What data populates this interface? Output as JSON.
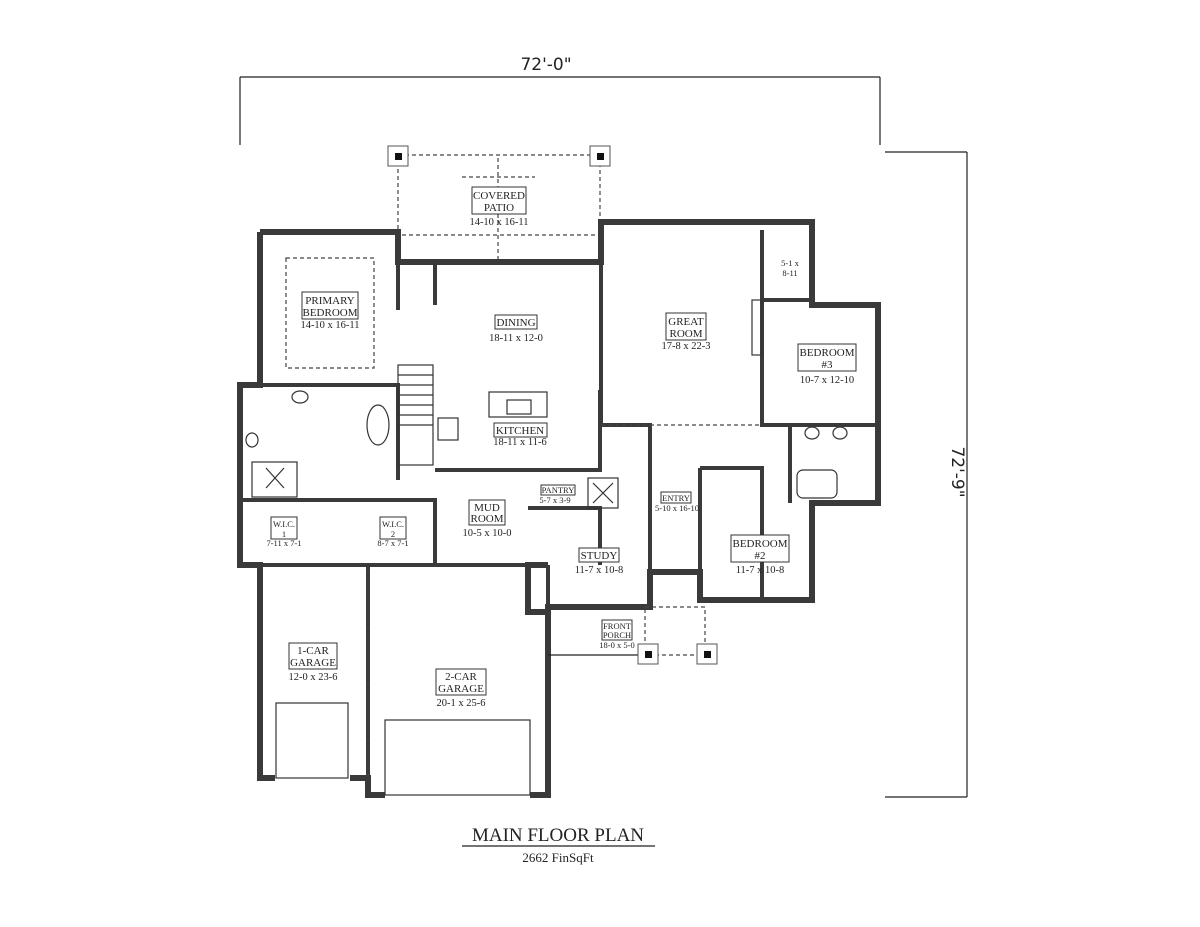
{
  "dimensions": {
    "width": "72'-0\"",
    "depth": "72'-9\""
  },
  "title": "MAIN FLOOR PLAN",
  "subtitle": "2662 FinSqFt",
  "rooms": {
    "covered_patio": {
      "name1": "COVERED",
      "name2": "PATIO",
      "size": "14-10 x 16-11"
    },
    "primary_bedroom": {
      "name1": "PRIMARY",
      "name2": "BEDROOM",
      "size": "14-10 x 16-11"
    },
    "dining": {
      "name": "DINING",
      "size": "18-11 x 12-0"
    },
    "great_room": {
      "name1": "GREAT",
      "name2": "ROOM",
      "size": "17-8 x 22-3"
    },
    "closet_b3": {
      "size1": "5-1 x",
      "size2": "8-11"
    },
    "bedroom3": {
      "name1": "BEDROOM",
      "name2": "#3",
      "size": "10-7 x 12-10"
    },
    "kitchen": {
      "name": "KITCHEN",
      "size": "18-11 x 11-6"
    },
    "pantry": {
      "name": "PANTRY",
      "size": "5-7 x 3-9"
    },
    "entry": {
      "name": "ENTRY",
      "size": "5-10 x 16-10"
    },
    "mud_room": {
      "name1": "MUD",
      "name2": "ROOM",
      "size": "10-5 x 10-0"
    },
    "wic1": {
      "name1": "W.I.C.",
      "name2": "1",
      "size": "7-11 x 7-1"
    },
    "wic2": {
      "name1": "W.I.C.",
      "name2": "2",
      "size": "8-7 x 7-1"
    },
    "study": {
      "name": "STUDY",
      "size": "11-7 x 10-8"
    },
    "bedroom2": {
      "name1": "BEDROOM",
      "name2": "#2",
      "size": "11-7 x 10-8"
    },
    "front_porch": {
      "name1": "FRONT",
      "name2": "PORCH",
      "size": "18-0 x 5-0"
    },
    "garage1": {
      "name1": "1-CAR",
      "name2": "GARAGE",
      "size": "12-0 x 23-6"
    },
    "garage2": {
      "name1": "2-CAR",
      "name2": "GARAGE",
      "size": "20-1 x 25-6"
    }
  }
}
